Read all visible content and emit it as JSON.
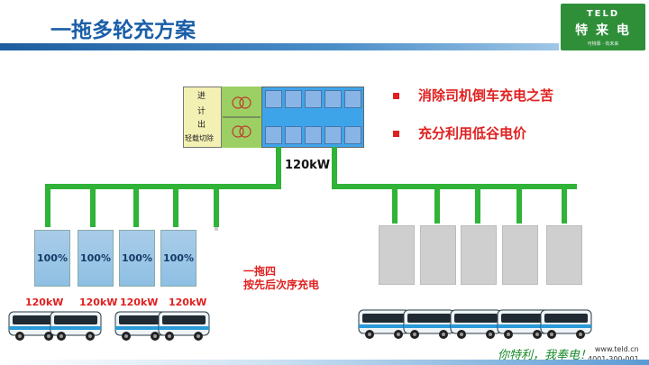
{
  "slide": {
    "title": "一拖多轮充方案",
    "logo_en": "TELD",
    "logo_cn": "特 来 电",
    "logo_sub": "可特靠 · 有未来"
  },
  "switchgear": {
    "labels": [
      "进",
      "计",
      "出",
      "轻载切除"
    ]
  },
  "bullets": [
    "消除司机倒车充电之苦",
    "充分利用低谷电价"
  ],
  "bus_power": "120kW",
  "chargers_left": [
    {
      "charge_percent": 100,
      "label": "100%"
    },
    {
      "charge_percent": 100,
      "label": "100%"
    },
    {
      "charge_percent": 100,
      "label": "100%"
    },
    {
      "charge_percent": 100,
      "label": "100%"
    }
  ],
  "annotation": {
    "line1": "一拖四",
    "line2": "按先后次序充电"
  },
  "bus_power_labels": [
    "120kW",
    "120kW",
    "120kW",
    "120kW"
  ],
  "footer": {
    "slogan": "你特利，我奉电！",
    "website": "www.teld.cn",
    "phone": "4001-300-001"
  },
  "colors": {
    "title_blue": "#1a5fa8",
    "bullet_red": "#e02020",
    "line_green": "#2fb338",
    "logo_green": "#2f8f39"
  }
}
